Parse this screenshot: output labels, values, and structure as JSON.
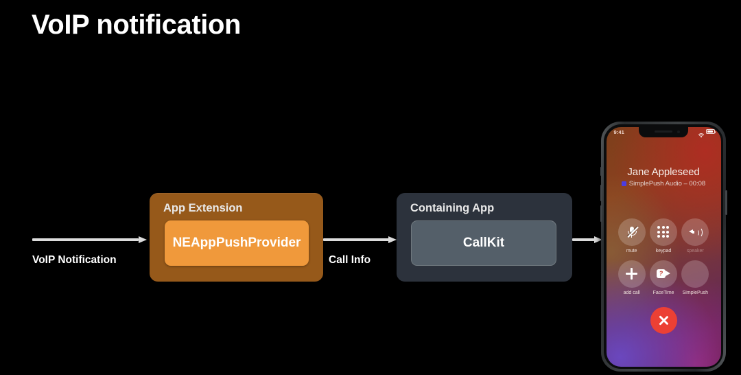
{
  "slide": {
    "title": "VoIP notification",
    "background_color": "#000000"
  },
  "flow": {
    "arrows": [
      {
        "label": "VoIP Notification",
        "name": "arrow-voip-notification"
      },
      {
        "label": "Call Info",
        "name": "arrow-call-info"
      },
      {
        "label": "",
        "name": "arrow-to-device"
      }
    ],
    "boxes": [
      {
        "title": "App Extension",
        "inner_label": "NEAppPushProvider",
        "outer_color": "#96591a",
        "inner_color": "#f0993b"
      },
      {
        "title": "Containing App",
        "inner_label": "CallKit",
        "outer_color": "#2c323c",
        "inner_color": "#545f69"
      }
    ]
  },
  "device": {
    "status_bar": {
      "time": "9:41",
      "wifi_icon": "wifi-icon",
      "battery_icon": "battery-icon"
    },
    "call": {
      "caller_name": "Jane Appleseed",
      "subtitle": "SimplePush Audio – 00:08",
      "app_badge_color": "#4b3ce0",
      "buttons": [
        {
          "caption": "mute",
          "icon": "microphone-muted-icon",
          "dim": false
        },
        {
          "caption": "keypad",
          "icon": "keypad-icon",
          "dim": false
        },
        {
          "caption": "speaker",
          "icon": "speaker-icon",
          "dim": true
        },
        {
          "caption": "add call",
          "icon": "plus-icon",
          "dim": false
        },
        {
          "caption": "FaceTime",
          "icon": "video-camera-icon",
          "dim": false
        },
        {
          "caption": "SimplePush",
          "icon": "simplepush-icon",
          "dim": false
        }
      ],
      "end_call": {
        "icon": "close-x-icon",
        "color": "#ec4034"
      }
    }
  }
}
